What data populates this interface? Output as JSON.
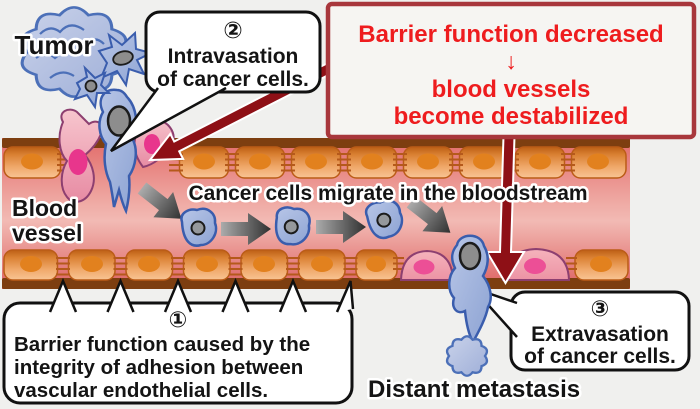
{
  "background_color": "#f0f0ee",
  "colors": {
    "red_text": "#ee1c1e",
    "red_box_border": "#a8373c",
    "dark_red_arrow": "#8e1016",
    "vessel_wall_cell": "#e89a52",
    "vessel_lumen": "#eda39d",
    "cancer_cell_blue": "#9fb2dc",
    "destabilized_cell_pink": "#f0a9b6"
  },
  "labels": {
    "tumor": "Tumor",
    "blood_vessel_line1": "Blood",
    "blood_vessel_line2": "vessel",
    "bloodstream": "Cancer cells migrate in the bloodstream",
    "distant_metastasis": "Distant metastasis"
  },
  "callouts": {
    "intravasation": {
      "number": "②",
      "line1": "Intravasation",
      "line2": "of cancer cells."
    },
    "barrier_decreased": {
      "line1": "Barrier function decreased",
      "line2": "↓",
      "line3": "blood vessels",
      "line4": "become destabilized"
    },
    "barrier_function": {
      "number": "①",
      "line1": "Barrier function caused by the",
      "line2": "integrity of adhesion between",
      "line3": "vascular endothelial cells."
    },
    "extravasation": {
      "number": "③",
      "line1": "Extravasation",
      "line2": "of cancer cells."
    }
  }
}
